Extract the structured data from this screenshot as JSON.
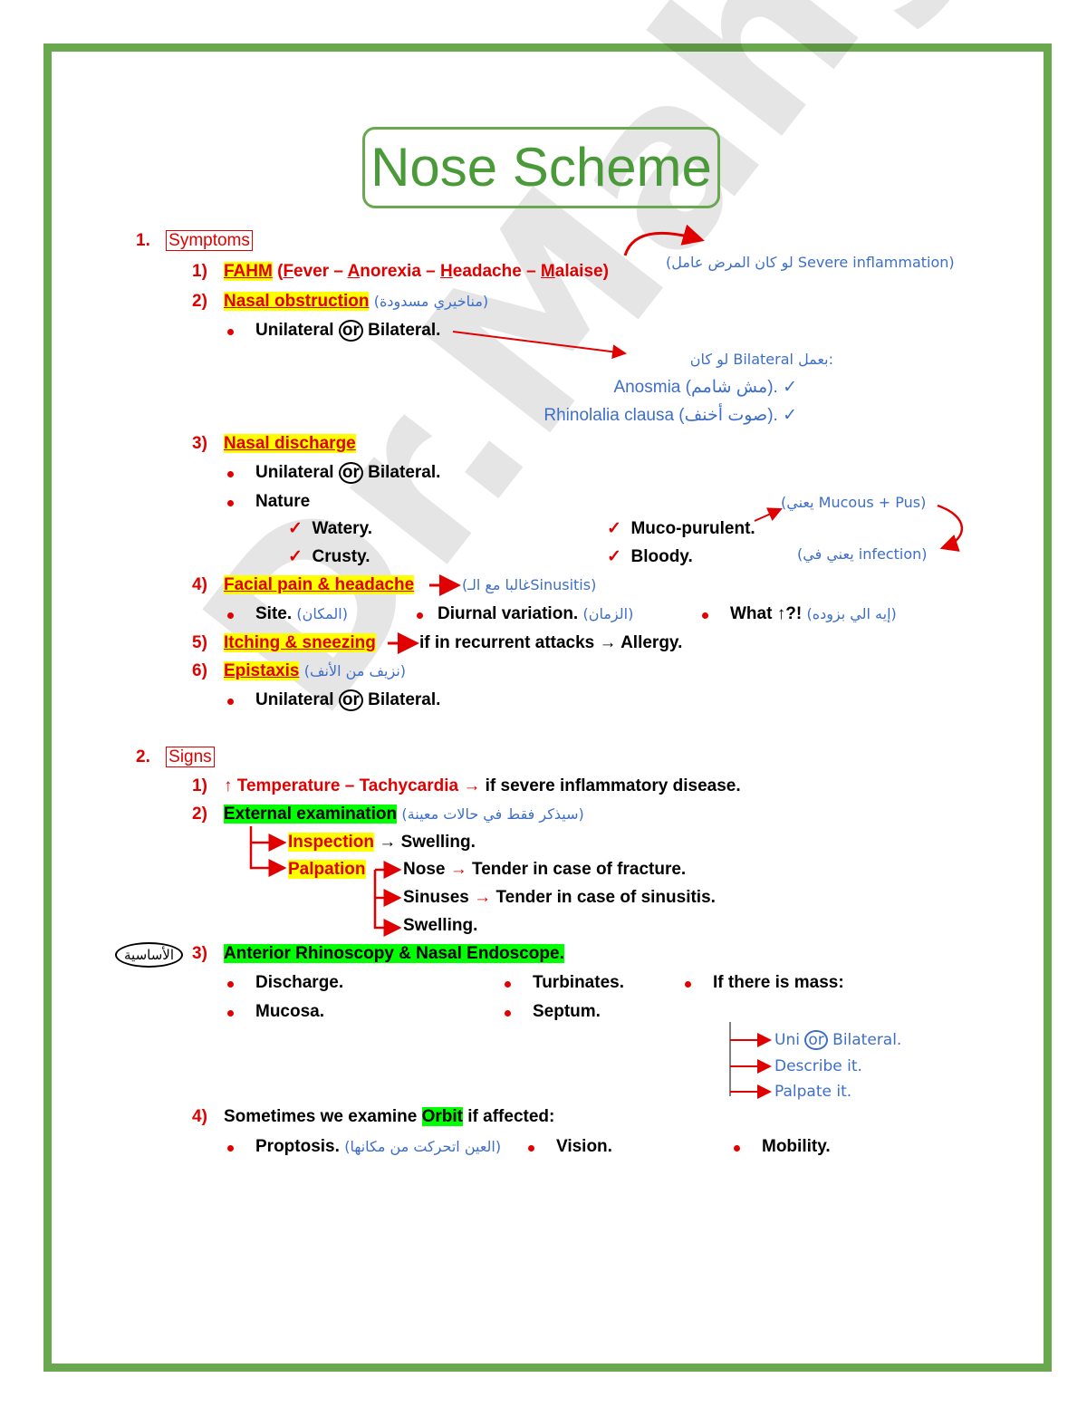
{
  "title": "Nose Scheme",
  "watermark": "Dr.Mahgoob",
  "s1": {
    "num": "1.",
    "label": "Symptoms",
    "i1": {
      "num": "1)",
      "abbr": "FAHM",
      "open": " (",
      "F": "F",
      "ever": "ever – ",
      "A": "A",
      "norexia": "norexia – ",
      "H": "H",
      "eadache": "eadache – ",
      "M": "M",
      "alaise": "alaise)",
      "note": "(لو كان المرض عامل Severe inflammation)"
    },
    "i2": {
      "num": "2)",
      "label": "Nasal obstruction",
      "ar": "(مناخيري مسدودة)",
      "b1_pre": "Unilateral ",
      "or": "or",
      "b1_post": " Bilateral.",
      "bil_head": "لو كان Bilateral بعمل:",
      "c1": "Anosmia (مش شامم).",
      "c2": "Rhinolalia clausa (صوت أخنف)."
    },
    "i3": {
      "num": "3)",
      "label": "Nasal discharge",
      "b1_pre": "Unilateral ",
      "or": "or",
      "b1_post": " Bilateral.",
      "b2": "Nature",
      "n1": "Watery.",
      "n2": "Crusty.",
      "n3": "Muco-purulent.",
      "n4": "Bloody.",
      "n3_note": "(يعني Mucous + Pus)",
      "n4_note": "(يعني في infection)"
    },
    "i4": {
      "num": "4)",
      "label": "Facial pain & headache",
      "ar": "(غالبا مع الـSinusitis)",
      "b1": "Site.",
      "b1_ar": "(المكان)",
      "b2": "Diurnal variation.",
      "b2_ar": "(الزمان)",
      "b3": "What ↑?!",
      "b3_ar": "(إيه الي بزوده)"
    },
    "i5": {
      "num": "5)",
      "label": "Itching & sneezing",
      "text": "if in recurrent attacks → Allergy."
    },
    "i6": {
      "num": "6)",
      "label": "Epistaxis",
      "ar": "(نزيف من الأنف)",
      "b1_pre": "Unilateral ",
      "or": "or",
      "b1_post": " Bilateral."
    }
  },
  "s2": {
    "num": "2.",
    "label": "Signs",
    "i1": {
      "num": "1)",
      "red": "↑ Temperature – Tachycardia → ",
      "text": "if severe inflammatory disease."
    },
    "i2": {
      "num": "2)",
      "label": "External examination",
      "ar": "(سيذكر فقط في حالات معينة)",
      "insp": "Inspection",
      "insp_text": " → Swelling.",
      "palp": "Palpation",
      "p1a": "Nose ",
      "p1b": "→ ",
      "p1c": "Tender in case of fracture.",
      "p2a": "Sinuses ",
      "p2b": "→ ",
      "p2c": "Tender in case of sinusitis.",
      "p3": "Swelling."
    },
    "i3": {
      "num": "3)",
      "label": "Anterior Rhinoscopy & Nasal Endoscope.",
      "tag": "الأساسية",
      "d1": "Discharge.",
      "d2": "Mucosa.",
      "d3": "Turbinates.",
      "d4": "Septum.",
      "d5": "If there is mass:",
      "m1a": "Uni ",
      "m1or": "or",
      "m1b": " Bilateral.",
      "m2": "Describe it.",
      "m3": "Palpate it."
    },
    "i4": {
      "num": "4)",
      "pre": "Sometimes we examine ",
      "hl": "Orbit",
      "post": " if affected:",
      "o1": "Proptosis.",
      "o1_ar": "(العين اتحركت من مكانها)",
      "o2": "Vision.",
      "o3": "Mobility."
    }
  }
}
